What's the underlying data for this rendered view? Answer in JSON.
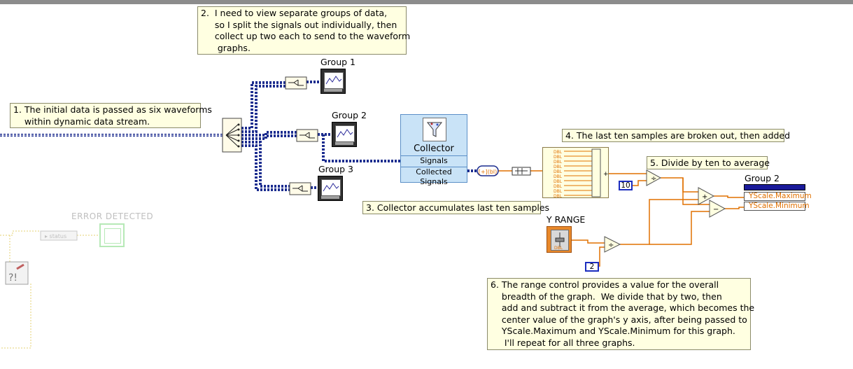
{
  "notes": {
    "note1": "1. The initial data is passed as six waveforms\n    within dynamic data stream.",
    "note2": "2.  I need to view separate groups of data,\n     so I split the signals out individually, then\n     collect up two each to send to the waveform\n      graphs.",
    "note3": "3. Collector accumulates last ten samples",
    "note4": "4. The last ten samples are broken out, then added",
    "note5": "5. Divide by ten to average",
    "note6": "6. The range control provides a value for the overall\n    breadth of the graph.  We divide that by two, then\n    add and subtract it from the average, which becomes the\n    center value of the graph's y axis, after being passed to\n    YScale.Maximum and YScale.Minimum for this graph.\n     I'll repeat for all three graphs."
  },
  "labels": {
    "group1": "Group 1",
    "group2": "Group 2",
    "group3": "Group 3",
    "group2_node": "Group 2",
    "y_range": "Y RANGE",
    "error_detected": "ERROR DETECTED"
  },
  "collector": {
    "title": "Collector",
    "signals": "Signals",
    "collected": "Collected Signals"
  },
  "property_node": {
    "max": "YScale.Maximum",
    "min": "YScale.Minimum"
  },
  "constants": {
    "ten": "10",
    "two": "2"
  },
  "build_array": {
    "row_label": "DBL",
    "add_symbol": "+"
  },
  "colors": {
    "dynamic_wire": "#1c2d8f",
    "numeric_wire": "#e07000",
    "comment_bg": "#ffffe1",
    "express_vi_bg": "#c9e3f7"
  },
  "icons": [
    "waveform-chart-icon",
    "split-signals-icon",
    "collector-icon",
    "divide-icon",
    "add-icon",
    "subtract-icon",
    "slide-control-icon"
  ]
}
